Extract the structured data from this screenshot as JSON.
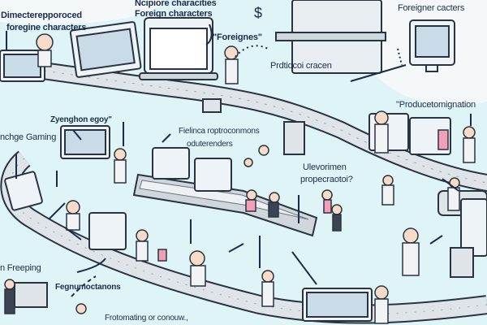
{
  "labels": {
    "l1a": "Dimecterepporoced",
    "l1b": "foregine characters",
    "l2a": "Ncipiore characities",
    "l2b": "Foreign characters",
    "l3": "\"Foreignes\"",
    "dollar": "$",
    "l4": "Foreigner cacters",
    "l5": "Prdtidcoi cracen",
    "l6": "Zyenghon egoy\"",
    "l7": "nchge Gaming",
    "l8a": "Fielinca roptroconmons",
    "l8b": "oduterenders",
    "l9": "\"Producetomignation",
    "l10a": "Ulevorimen",
    "l10b": "propecraotoi?",
    "l11": "n Freeping",
    "l12": "Fegnumoctanons",
    "l13": "Frotomating or conouw.,"
  },
  "colors": {
    "background": "#dff4f6",
    "belt": "#cfd6dc",
    "outline": "#2a3340",
    "screen": "#eef3f7",
    "accent_pink": "#f2a0b8"
  }
}
